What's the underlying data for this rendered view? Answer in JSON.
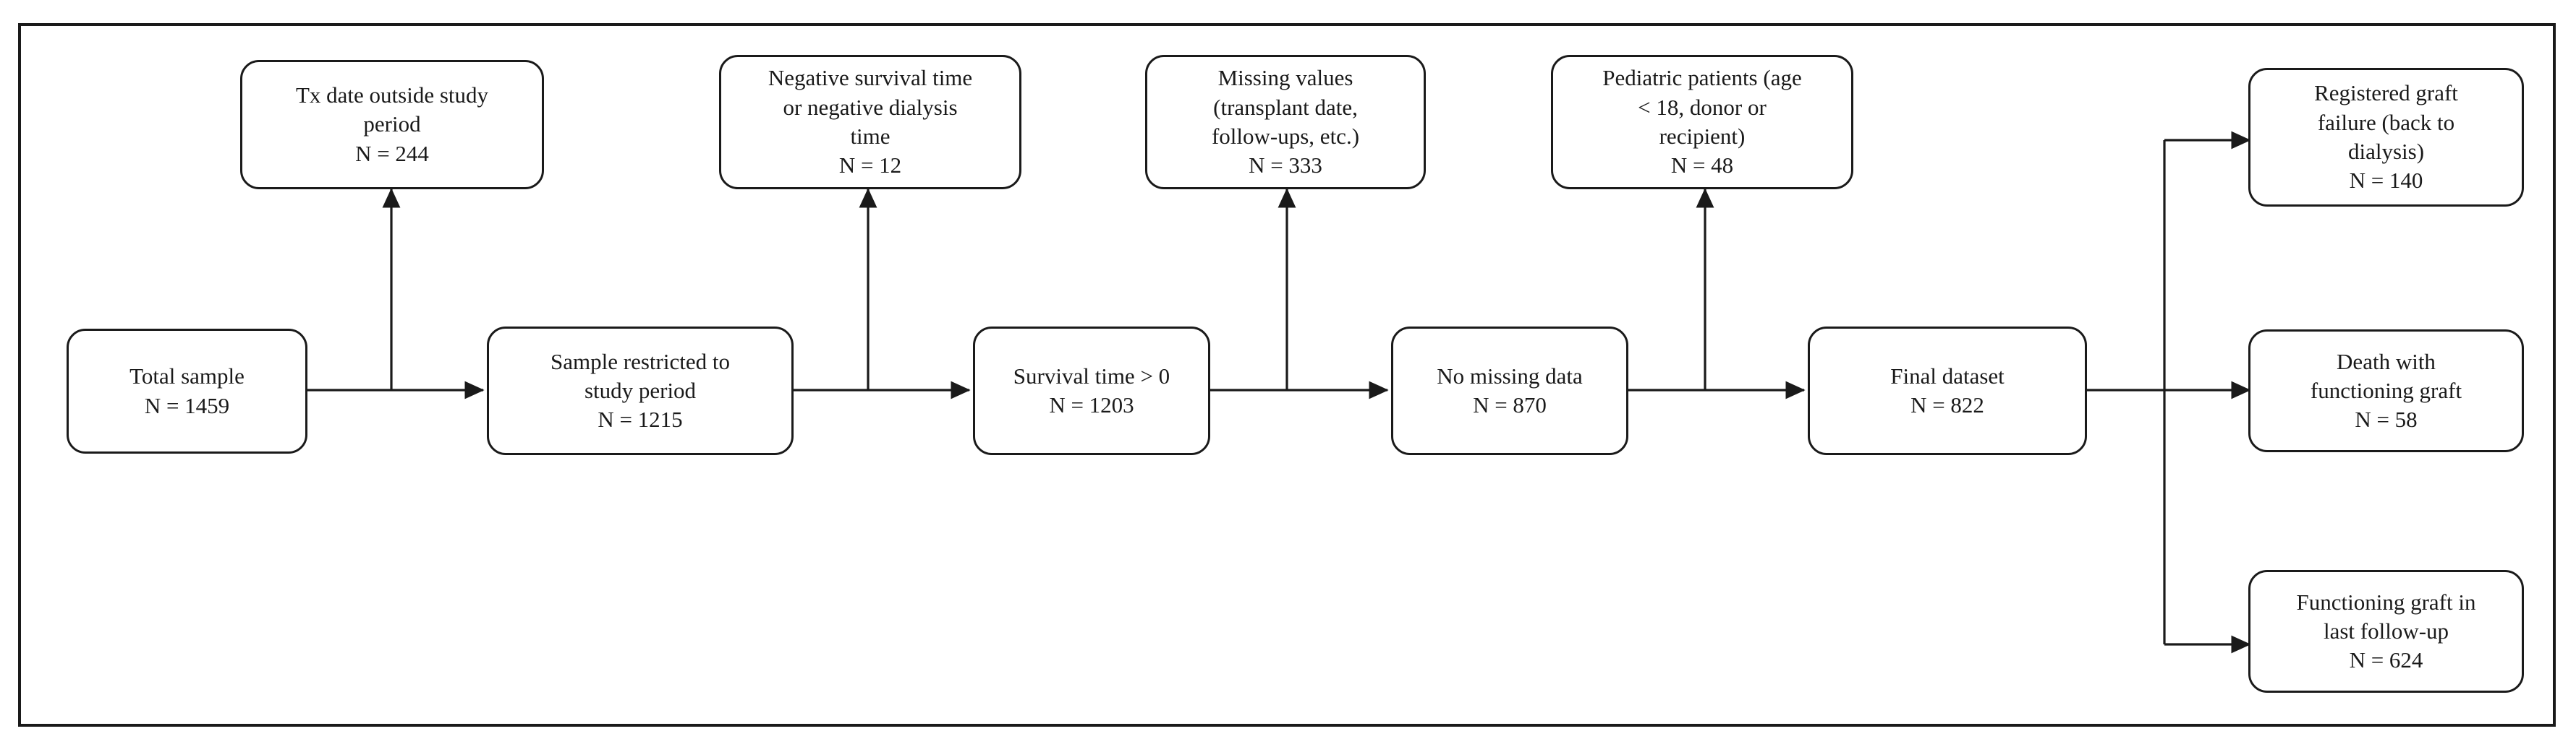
{
  "diagram": {
    "title": "Study sample selection flow diagram",
    "type": "flowchart",
    "stroke_color": "#1a1a1a",
    "background_color": "#ffffff",
    "frame": {
      "label": "diagram-frame"
    }
  },
  "main_flow": [
    {
      "id": "total-sample",
      "lines": [
        "Total sample",
        "N = 1459"
      ],
      "label": "Total sample",
      "n": 1459
    },
    {
      "id": "sample-restricted",
      "lines": [
        "Sample restricted to",
        "study period",
        "N = 1215"
      ],
      "label": "Sample restricted to study period",
      "n": 1215
    },
    {
      "id": "survival-time-positive",
      "lines": [
        "Survival time > 0",
        "N = 1203"
      ],
      "label": "Survival time > 0",
      "n": 1203
    },
    {
      "id": "no-missing-data",
      "lines": [
        "No missing data",
        "N = 870"
      ],
      "label": "No missing data",
      "n": 870
    },
    {
      "id": "final-dataset",
      "lines": [
        "Final dataset",
        "N = 822"
      ],
      "label": "Final dataset",
      "n": 822
    }
  ],
  "exclusions": [
    {
      "id": "tx-date-outside",
      "lines": [
        "Tx date outside study",
        "period",
        "N = 244"
      ],
      "label": "Tx date outside study period",
      "n": 244
    },
    {
      "id": "negative-survival-time",
      "lines": [
        "Negative survival time",
        "or negative dialysis",
        "time",
        "N = 12"
      ],
      "label": "Negative survival time or negative dialysis time",
      "n": 12
    },
    {
      "id": "missing-values",
      "lines": [
        "Missing values",
        "(transplant date,",
        "follow-ups, etc.)",
        "N = 333"
      ],
      "label": "Missing values (transplant date, follow-ups, etc.)",
      "n": 333
    },
    {
      "id": "pediatric-patients",
      "lines": [
        "Pediatric patients (age",
        "< 18, donor or",
        "recipient)",
        "N = 48"
      ],
      "label": "Pediatric patients (age < 18, donor or recipient)",
      "n": 48
    }
  ],
  "outcomes": [
    {
      "id": "registered-graft-failure",
      "lines": [
        "Registered graft",
        "failure (back to",
        "dialysis)",
        "N = 140"
      ],
      "label": "Registered graft failure (back to dialysis)",
      "n": 140
    },
    {
      "id": "death-functioning-graft",
      "lines": [
        "Death with",
        "functioning graft",
        "N = 58"
      ],
      "label": "Death with functioning graft",
      "n": 58
    },
    {
      "id": "functioning-graft-last-followup",
      "lines": [
        "Functioning graft in",
        "last follow-up",
        "N = 624"
      ],
      "label": "Functioning graft in last follow-up",
      "n": 624
    }
  ]
}
